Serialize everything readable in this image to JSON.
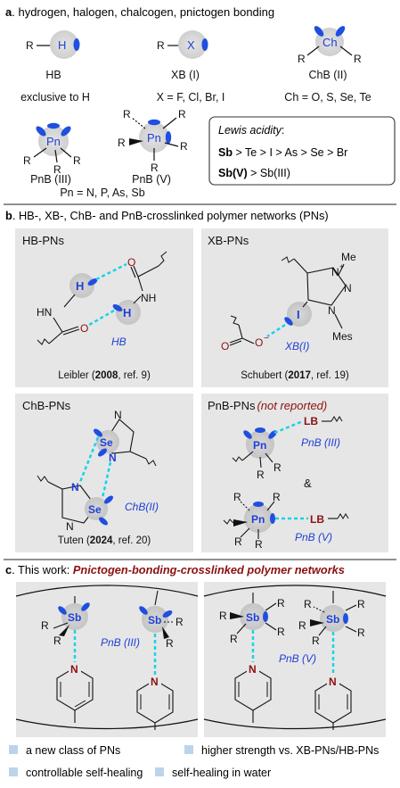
{
  "section_a": {
    "letter": "a",
    "title": ". hydrogen, halogen, chalcogen, pnictogen bonding",
    "hb": {
      "r": "R",
      "atom": "H",
      "label": "HB",
      "note": "exclusive to H"
    },
    "xb": {
      "r": "R",
      "atom": "X",
      "label": "XB (I)",
      "note": "X = F, Cl, Br, I"
    },
    "chb": {
      "r1": "R",
      "r2": "R",
      "atom": "Ch",
      "label": "ChB (II)",
      "note": "Ch = O, S, Se, Te"
    },
    "pnb3": {
      "r": "R",
      "atom": "Pn",
      "label": "PnB (III)"
    },
    "pnb5": {
      "r": "R",
      "atom": "Pn",
      "label": "PnB (V)"
    },
    "pn_note": "Pn = N, P, As, Sb",
    "lewis_box": {
      "title": "Lewis acidity",
      "title_suffix": ":",
      "row1_bold": "Sb",
      "row1_rest": " > Te > I > As > Se > Br",
      "row2_bold": "Sb(V)",
      "row2_rest": " > Sb(III)"
    }
  },
  "section_b": {
    "letter": "b",
    "title": ". HB-, XB-, ChB- and PnB-crosslinked polymer networks (PNs)",
    "panels": {
      "hb": {
        "title": "HB-PNs",
        "atom_o": "O",
        "atom_h": "H",
        "atom_hn": "HN",
        "atom_nh": "NH",
        "bond": "HB",
        "ref_author": "Leibler (",
        "ref_year": "2008",
        "ref_rest": ", ref. 9)"
      },
      "xb": {
        "title": "XB-PNs",
        "me": "Me",
        "n_plus": "N",
        "plus": "+",
        "n": "N",
        "n2": "N",
        "mes": "Mes",
        "i": "I",
        "o": "O",
        "o_minus": "O",
        "minus": "−",
        "bond": "XB(I)",
        "ref_author": "Schubert (",
        "ref_year": "2017",
        "ref_rest": ", ref. 19)"
      },
      "chb": {
        "title": "ChB-PNs",
        "se": "Se",
        "n": "N",
        "bond": "ChB(II)",
        "ref_author": "Tuten (",
        "ref_year": "2024",
        "ref_rest": ", ref. 20)"
      },
      "pnb": {
        "title": "PnB-PNs",
        "title_note": "(not reported)",
        "pn": "Pn",
        "lb": "LB",
        "r": "R",
        "bond3": "PnB (III)",
        "bond5": "PnB (V)",
        "amp": "&"
      }
    }
  },
  "section_c": {
    "letter": "c",
    "title_plain": ". This work: ",
    "title_em": "Pnictogen-bonding-crosslinked polymer networks",
    "sb": "Sb",
    "r": "R",
    "n": "N",
    "bond3": "PnB (III)",
    "bond5": "PnB (V)"
  },
  "bullets": [
    "a new class of PNs",
    "higher strength vs. XB-PNs/HB-PNs",
    "controllable self-healing",
    "self-healing in water"
  ],
  "colors": {
    "accent_blue": "#1f3fd6",
    "sigma_hole": "#1f4fe0",
    "cyan_bond": "#19d3e6",
    "title_red": "#8b1010",
    "lb_red": "#8b1010",
    "panel_bg": "#e6e6e6",
    "bullet_square": "#bcd4ea"
  }
}
